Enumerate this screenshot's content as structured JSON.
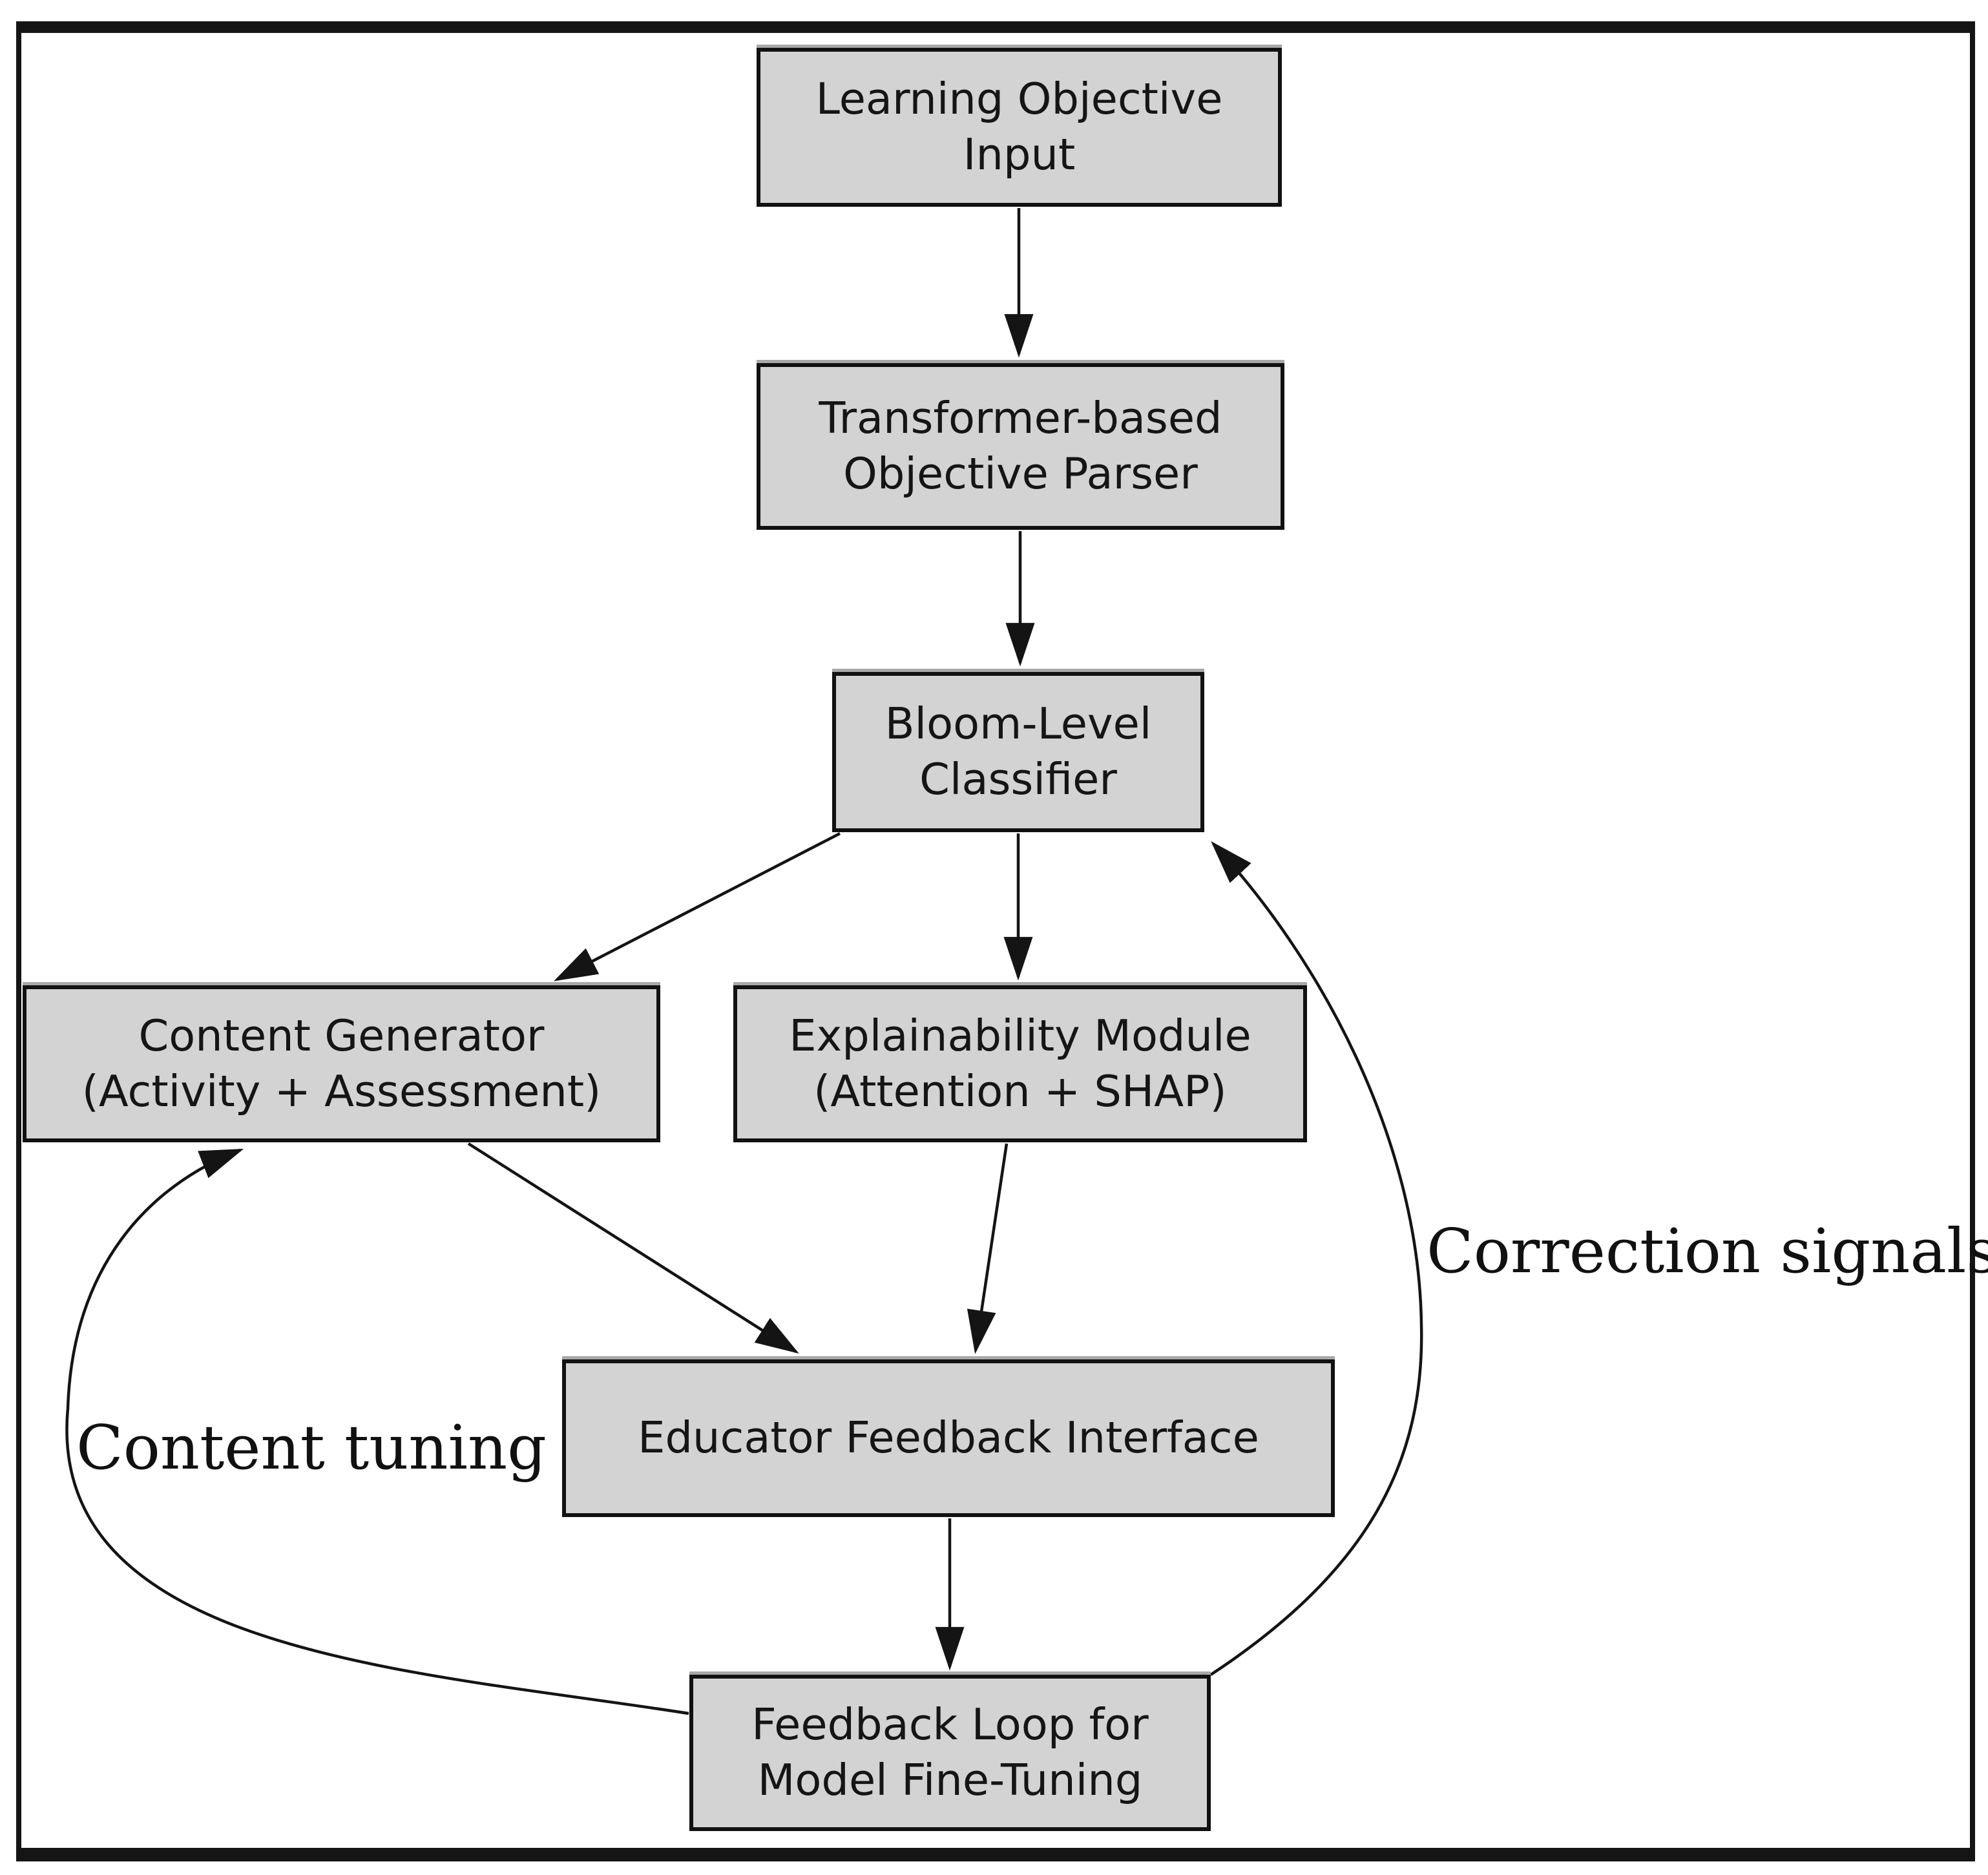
{
  "diagram": {
    "type": "flowchart",
    "background_color": "#ffffff",
    "frame_color": "#151515",
    "node_fill": "#d3d3d3",
    "node_border_color": "#111111",
    "edge_color": "#141414",
    "nodes": [
      {
        "id": "learning-objective-input",
        "label": "Learning Objective\nInput"
      },
      {
        "id": "transformer-parser",
        "label": "Transformer-based\nObjective Parser"
      },
      {
        "id": "bloom-level-classifier",
        "label": "Bloom-Level\nClassifier"
      },
      {
        "id": "content-generator",
        "label": "Content Generator\n(Activity + Assessment)"
      },
      {
        "id": "explainability-module",
        "label": "Explainability Module\n(Attention + SHAP)"
      },
      {
        "id": "educator-feedback",
        "label": "Educator Feedback Interface"
      },
      {
        "id": "feedback-loop",
        "label": "Feedback Loop for\nModel Fine-Tuning"
      }
    ],
    "edges": [
      {
        "from": "Learning Objective Input",
        "to": "Transformer-based Objective Parser",
        "label": ""
      },
      {
        "from": "Transformer-based Objective Parser",
        "to": "Bloom-Level Classifier",
        "label": ""
      },
      {
        "from": "Bloom-Level Classifier",
        "to": "Content Generator (Activity + Assessment)",
        "label": ""
      },
      {
        "from": "Bloom-Level Classifier",
        "to": "Explainability Module (Attention + SHAP)",
        "label": ""
      },
      {
        "from": "Content Generator (Activity + Assessment)",
        "to": "Educator Feedback Interface",
        "label": ""
      },
      {
        "from": "Explainability Module (Attention + SHAP)",
        "to": "Educator Feedback Interface",
        "label": ""
      },
      {
        "from": "Educator Feedback Interface",
        "to": "Feedback Loop for Model Fine-Tuning",
        "label": ""
      },
      {
        "from": "Feedback Loop for Model Fine-Tuning",
        "to": "Bloom-Level Classifier",
        "label": "Correction signals"
      },
      {
        "from": "Feedback Loop for Model Fine-Tuning",
        "to": "Content Generator (Activity + Assessment)",
        "label": "Content tuning"
      }
    ]
  }
}
